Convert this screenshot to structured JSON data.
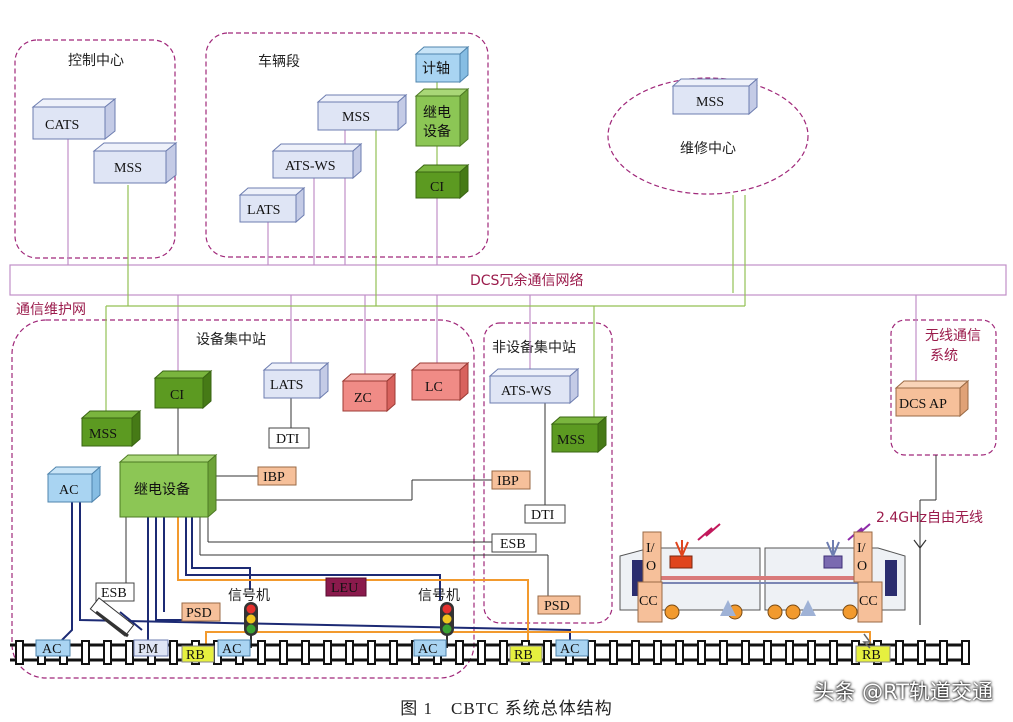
{
  "regions": {
    "control_center": "控制中心",
    "depot": "车辆段",
    "maintenance_center": "维修中心",
    "equip_station": "设备集中站",
    "non_equip_station": "非设备集中站",
    "wireless_system": "无线通信系统"
  },
  "network": {
    "dcs": "DCS冗余通信网络",
    "maint_net": "通信维护网",
    "radio": "2.4GHz自由无线"
  },
  "boxes": {
    "cats": "CATS",
    "mss": "MSS",
    "axle_counter": "计轴",
    "relay": "继电设备",
    "ats_ws": "ATS-WS",
    "ci": "CI",
    "lats": "LATS",
    "dti": "DTI",
    "zc": "ZC",
    "lc": "LC",
    "ac": "AC",
    "ibp": "IBP",
    "esb": "ESB",
    "psd": "PSD",
    "leu": "LEU",
    "signal": "信号机",
    "pm": "PM",
    "rb": "RB",
    "dcs_ap": "DCS AP",
    "io": "I/O",
    "cc": "CC"
  },
  "colors": {
    "region_border": "#a0287a",
    "network_line": "#c08fc8",
    "maint_line": "#93c055",
    "orange_line": "#f29a2e",
    "navy_line": "#1c2a74",
    "blue_box": "#dfe5f5",
    "green_box": "#5c9a21",
    "red_box": "#f08b86",
    "lightblue_box": "#a9d4f2",
    "tan_box": "#f6c09a"
  },
  "caption": "图 1　CBTC 系统总体结构",
  "watermark": "头条 @RT轨道交通"
}
